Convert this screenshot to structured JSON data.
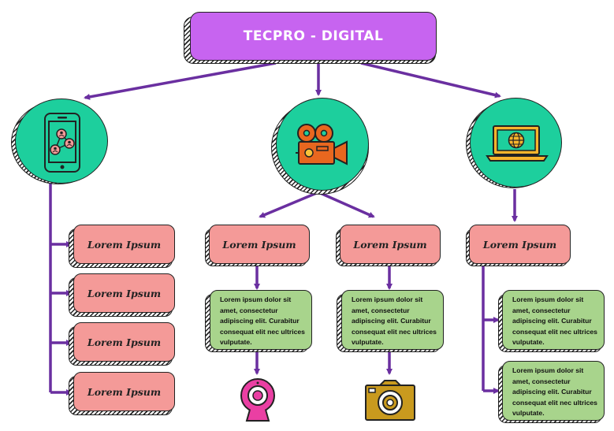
{
  "title": "TECPRO - DIGITAL",
  "colors": {
    "title_fill": "#c764f0",
    "circle_fill": "#1dcf9d",
    "label_fill": "#f49a98",
    "text_fill": "#a8d48c",
    "connector": "#6a2fa0"
  },
  "branches": [
    {
      "icon": "smartphone-network-icon",
      "labels": [
        "Lorem Ipsum",
        "Lorem Ipsum",
        "Lorem Ipsum",
        "Lorem Ipsum"
      ]
    },
    {
      "icon": "movie-camera-icon",
      "children": [
        {
          "label": "Lorem Ipsum",
          "text": "Lorem ipsum dolor sit amet, consectetur adipiscing elit. Curabitur consequat elit nec ultrices vulputate.",
          "icon": "webcam-icon"
        },
        {
          "label": "Lorem Ipsum",
          "text": "Lorem ipsum dolor sit amet, consectetur adipiscing elit. Curabitur consequat elit nec ultrices vulputate.",
          "icon": "camera-icon"
        }
      ]
    },
    {
      "icon": "laptop-globe-icon",
      "label": "Lorem Ipsum",
      "texts": [
        "Lorem ipsum dolor sit amet, consectetur adipiscing elit. Curabitur consequat elit nec ultrices vulputate.",
        "Lorem ipsum dolor sit amet, consectetur adipiscing elit. Curabitur consequat elit nec ultrices vulputate."
      ]
    }
  ]
}
